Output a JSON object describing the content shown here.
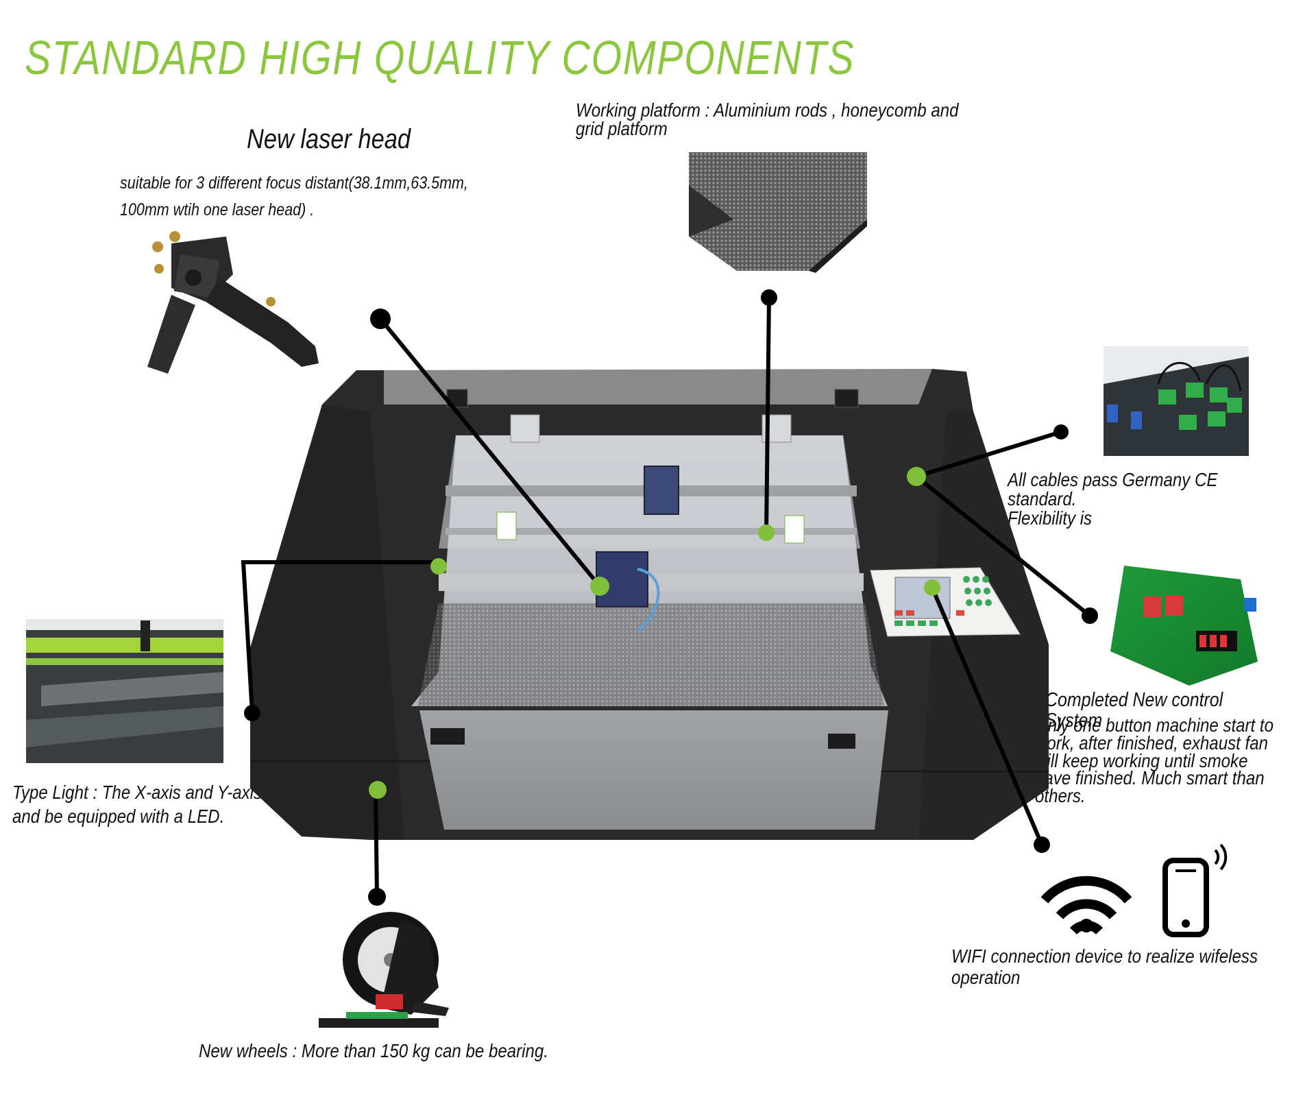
{
  "title": "STANDARD HIGH QUALITY COMPONENTS",
  "laser_head": {
    "heading": "New laser head",
    "desc": "suitable for 3 different focus  distant(38.1mm,63.5mm,\n100mm wtih one laser head) ."
  },
  "platform": {
    "desc": "Working platform : Aluminium rods , honeycomb and\n grid  platform"
  },
  "cables": {
    "desc": "All cables pass Germany CE standard.\n Flexibility is"
  },
  "control": {
    "heading": "Completed New control System",
    "desc": "Only one button machine  start to\nwork, after finished, exhaust fan\nwill keep working until smoke\nhave finished. Much smart than\nothers."
  },
  "light": {
    "desc": "Type  Light : The X-axis  and Y-axis\n   and be  equipped  with a LED."
  },
  "wheels": {
    "desc": "New wheels :  More than 150 kg  can be bearing."
  },
  "wifi": {
    "desc": "WIFI   connection device to realize wifeless\noperation"
  },
  "colors": {
    "accent": "#8cc63f",
    "callout": "#000000",
    "machine": "#2b2b2b"
  },
  "icons": [
    "laser-head-photo",
    "honeycomb-platform-photo",
    "cables-photo",
    "control-board-photo",
    "led-light-photo",
    "wheel-photo",
    "wifi-icon",
    "smartphone-icon"
  ]
}
